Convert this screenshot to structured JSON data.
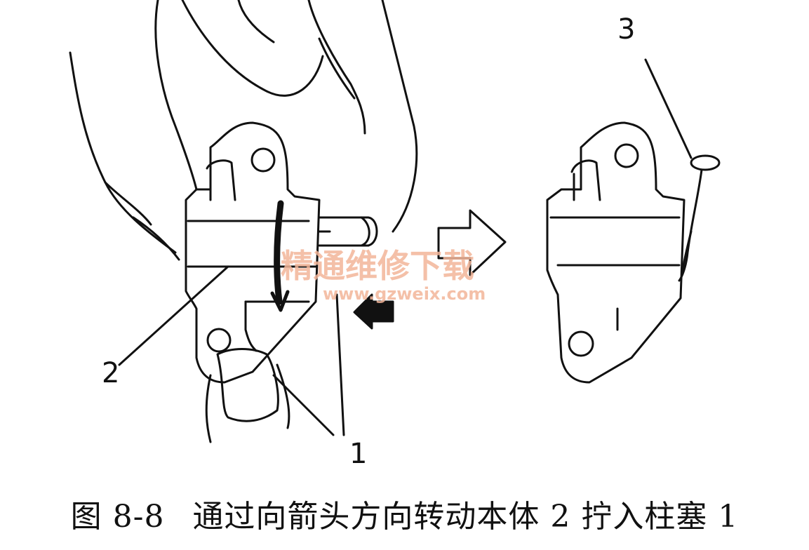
{
  "labels": {
    "part_1": "1",
    "part_2": "2",
    "part_3": "3"
  },
  "watermark": {
    "cn": "精通维修下载",
    "url": "www.gzweix.com",
    "color": "#f3b69a"
  },
  "caption": {
    "figure": "图 8-8",
    "text": "通过向箭头方向转动本体 2 拧入柱塞 1"
  },
  "colors": {
    "line": "#111111",
    "background": "#ffffff"
  },
  "icons": [
    "hand-illustration",
    "tensioner-body",
    "plunger",
    "hollow-arrow",
    "solid-arrow",
    "rotation-arrow",
    "pin"
  ]
}
